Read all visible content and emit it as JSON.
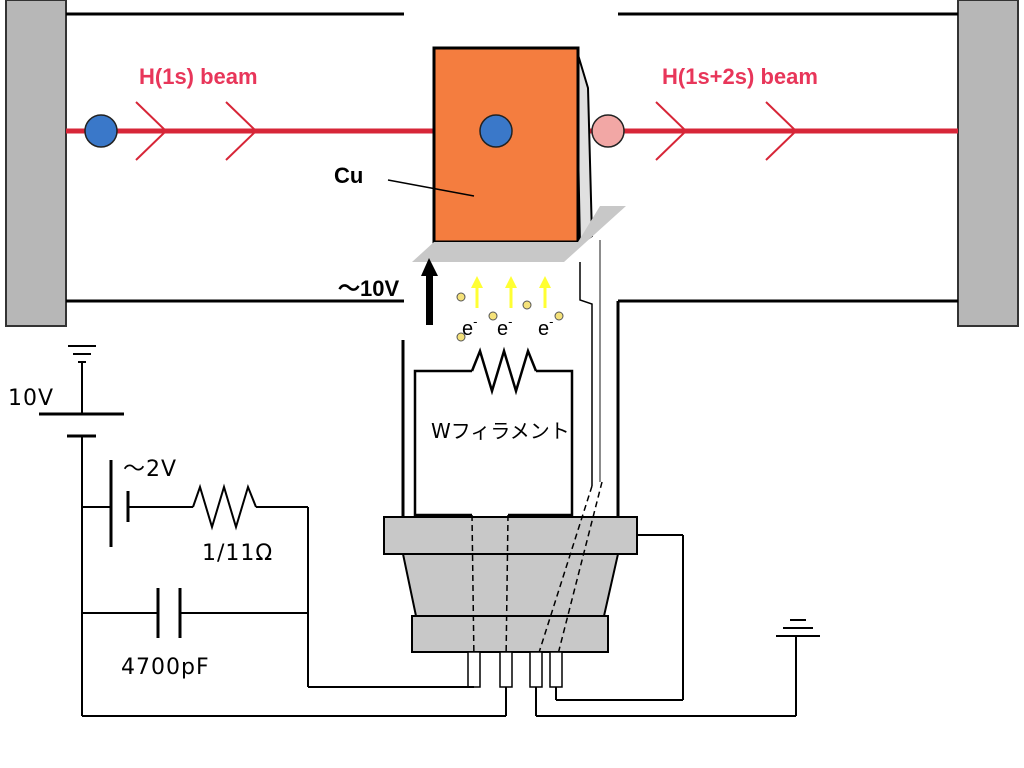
{
  "labels": {
    "beam_left": "H(1s) beam",
    "beam_right": "H(1s+2s) beam",
    "target": "Cu",
    "accel_voltage": "～10V",
    "electron": "e",
    "electron_sup": "-",
    "filament": "Wフィラメント",
    "battery_main": "10V",
    "battery_filament": "～2V",
    "resistor": "1/11Ω",
    "capacitor": "4700pF"
  },
  "colors": {
    "beam": "#d72638",
    "beam_label": "#e8365a",
    "target_fill": "#f47d3f",
    "atom_ground": "#3a78c9",
    "atom_excited": "#f2a7a5",
    "electron_arrow": "#ffff33",
    "chamber_wall": "#b7b7b7",
    "plate": "#c8c8c8"
  }
}
